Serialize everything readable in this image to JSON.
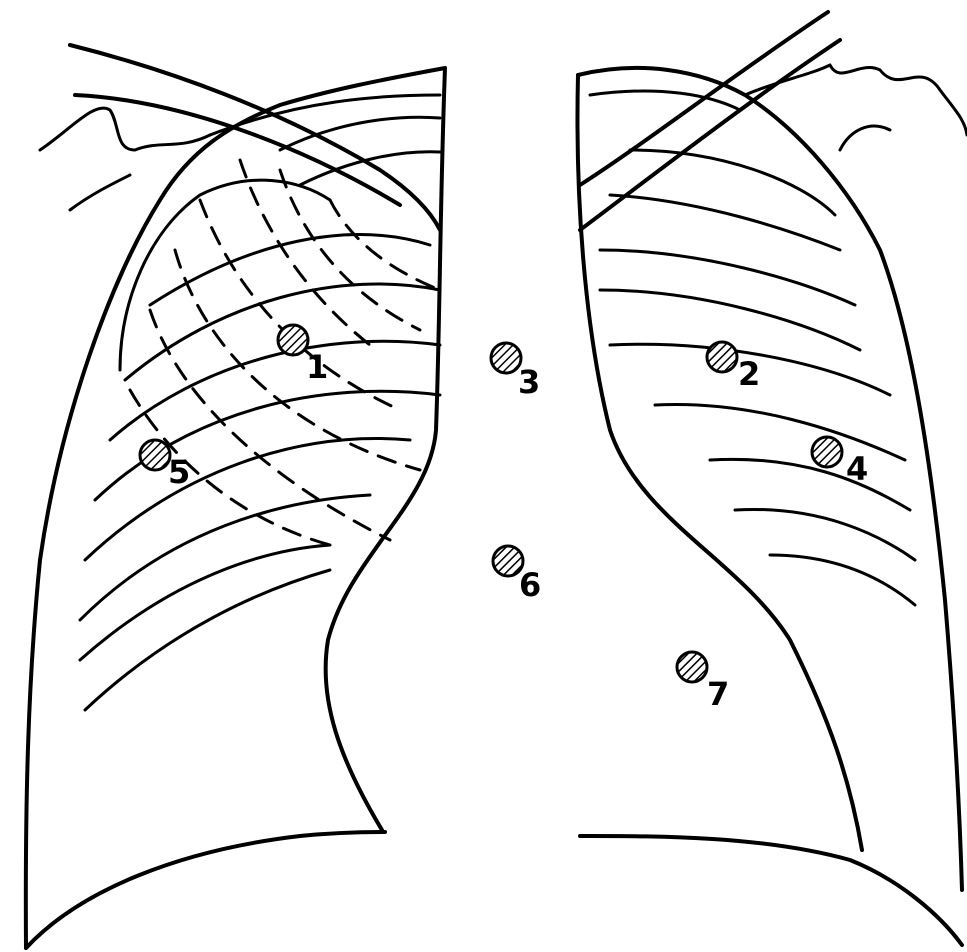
{
  "markers": [
    {
      "label": "1"
    },
    {
      "label": "2"
    },
    {
      "label": "3"
    },
    {
      "label": "4"
    },
    {
      "label": "5"
    },
    {
      "label": "6"
    },
    {
      "label": "7"
    }
  ],
  "colors": {
    "ink": "#000000",
    "paper": "#ffffff"
  }
}
